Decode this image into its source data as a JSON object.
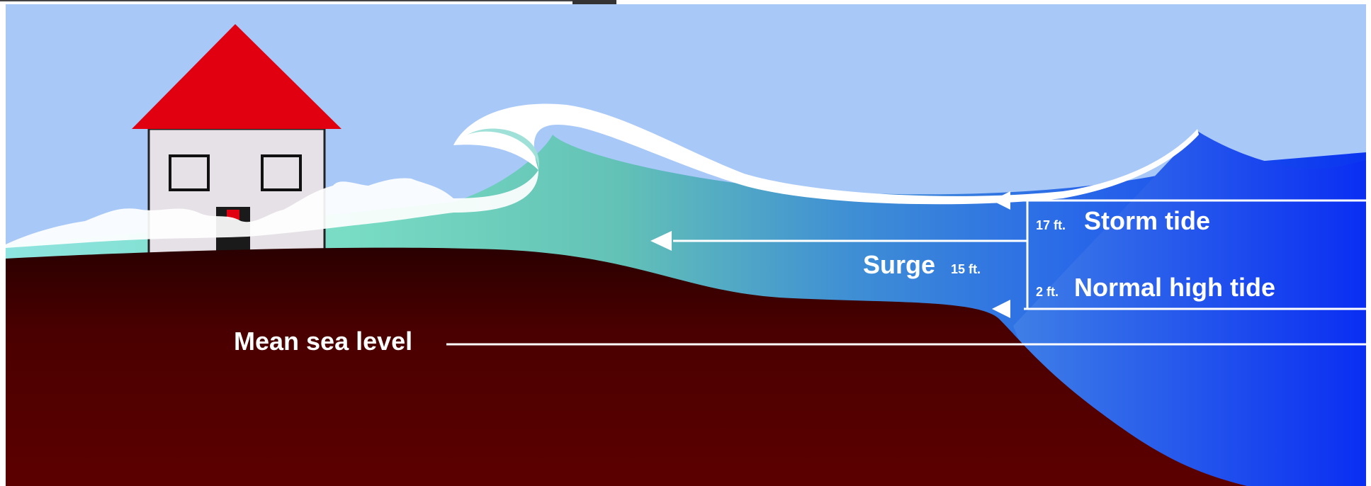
{
  "diagram": {
    "labels": {
      "storm_tide_value": "17 ft.",
      "storm_tide_label": "Storm tide",
      "surge_label": "Surge",
      "surge_value": "15 ft.",
      "normal_tide_value": "2 ft.",
      "normal_tide_label": "Normal high tide",
      "mean_sea_level": "Mean sea level"
    },
    "colors": {
      "sky": "#a8c8f8",
      "ground": "#5a0000",
      "ground_dark": "#2a0000",
      "ocean_deep": "#0a3cf0",
      "ocean_mid": "#2a6ae0",
      "surge_green": "#6fd4b4",
      "foam": "#ffffff",
      "roof": "#e0000f",
      "house_wall": "#e6e1e6",
      "lines": "#ffffff"
    }
  }
}
